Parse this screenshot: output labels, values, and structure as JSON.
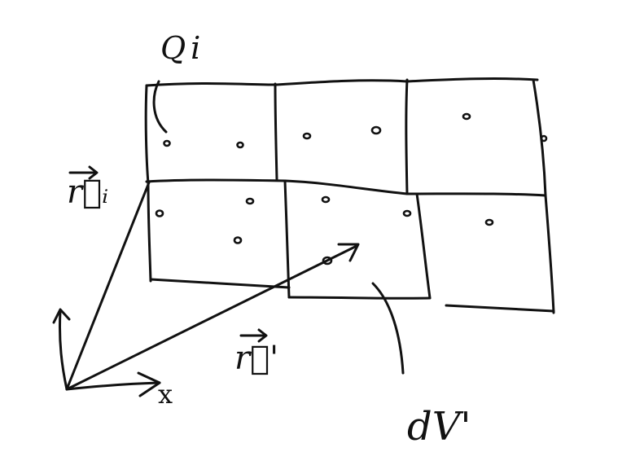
{
  "diagram": {
    "labels": {
      "charge": "Qi",
      "position_vector_i": "r⃗ᵢ",
      "position_vector_prime": "r⃗'",
      "x_axis": "x",
      "volume_element": "dV'"
    },
    "ink_color": "#111111",
    "background_color": "#ffffff"
  }
}
